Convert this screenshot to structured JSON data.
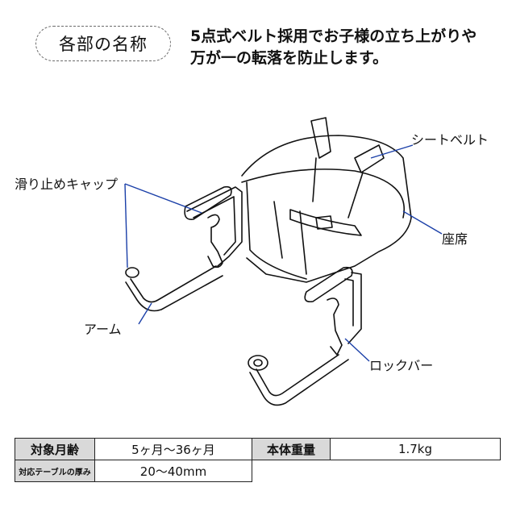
{
  "header": {
    "section_title": "各部の名称",
    "heading_line1": "5点式ベルト採用でお子様の立ち上がりや",
    "heading_line2": "万が一の転落を防止します。"
  },
  "labels": {
    "slip_cap": "滑り止めキャップ",
    "seat_belt": "シートベルト",
    "seat": "座席",
    "arm": "アーム",
    "lock_bar": "ロックバー"
  },
  "colors": {
    "leader_line": "#1a3fa8",
    "table_header_bg": "#d9d9d9"
  },
  "specs": {
    "age_label": "対象月齢",
    "age_value": "5ヶ月〜36ヶ月",
    "weight_label": "本体重量",
    "weight_value": "1.7kg",
    "table_thickness_label": "対応テーブルの厚み",
    "table_thickness_value": "20〜40mm"
  }
}
